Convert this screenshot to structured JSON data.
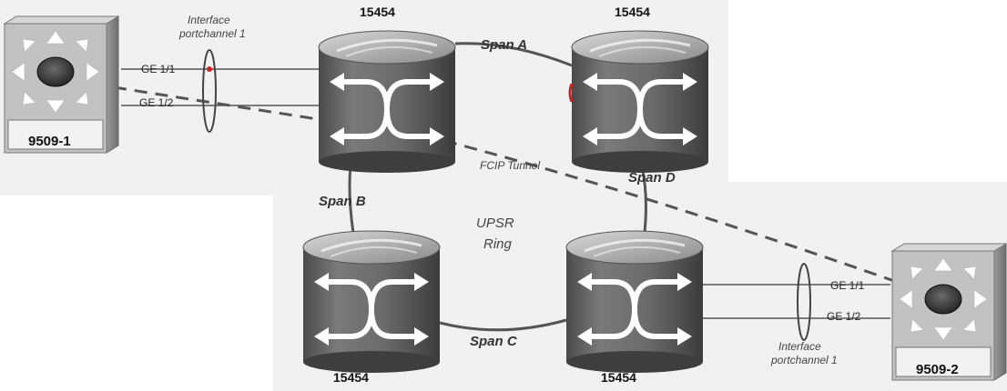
{
  "labels": {
    "node_top_left": "15454",
    "node_top_right": "15454",
    "node_bottom_left": "15454",
    "node_bottom_right": "15454",
    "switch_left": "9509-1",
    "switch_right": "9509-2",
    "span_a": "Span A",
    "span_b": "Span B",
    "span_c": "Span C",
    "span_d": "Span D",
    "ring_line1": "UPSR",
    "ring_line2": "Ring",
    "fcip_tunnel": "FCIP Tunnel",
    "left_interface_line1": "Interface",
    "left_interface_line2": "portchannel 1",
    "right_interface_line1": "Interface",
    "right_interface_line2": "portchannel 1",
    "left_port_1": "GE 1/1",
    "left_port_2": "GE 1/2",
    "right_port_1": "GE 1/1",
    "right_port_2": "GE 1/2"
  },
  "colors": {
    "background_panel": "#f1f1f1",
    "node_body": "#6c6c6c",
    "node_top": "#a8a8a8",
    "switch_body": "#bcbcbc",
    "link_line": "#555555",
    "port_marker": "#cc2222"
  },
  "icons": {
    "optical_node": "cross-connect-cylinder-icon",
    "switch": "multilayer-switch-icon"
  }
}
